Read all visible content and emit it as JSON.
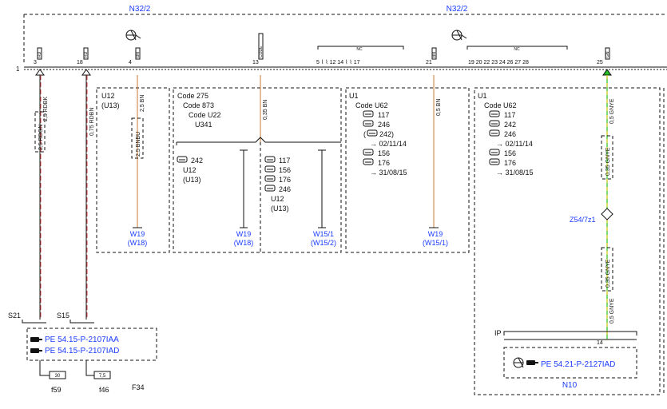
{
  "header": {
    "module_left": "N32/2",
    "module_right": "N32/2",
    "bus_number": "1"
  },
  "connector_pins": [
    {
      "num": "3",
      "label": "RD"
    },
    {
      "num": "18",
      "label": "RD"
    },
    {
      "num": "4",
      "label": "BN"
    },
    {
      "num": "13",
      "label": "CODE"
    },
    {
      "num": "21",
      "label": "BN"
    },
    {
      "num": "25",
      "label": "GN"
    }
  ],
  "nc_groups": [
    {
      "label": "NC",
      "pins": "5 ⌇ ⌇ 12 14 ⌇ ⌇ 17"
    },
    {
      "label": "NC",
      "pins": "19 20 22 23 24 26 27 28"
    }
  ],
  "wires": {
    "w1_top": "2,5 RDBK",
    "w1_mid": "2,5 RDGN",
    "w2": "0,75 RDBN",
    "w3_top": "2,5 BN",
    "w3_mid": "2,5 BNBU",
    "w4": "0,35 BN",
    "w5": "0,5 BN",
    "w6_a": "0,5 GNYE",
    "w6_b": "0,35 GNYE",
    "w6_c": "0,35 GNYE",
    "w6_d": "0,5 GNYE"
  },
  "box_u12": {
    "line1": "U12",
    "line2": "(U13)",
    "dest1": "W19",
    "dest2": "(W18)"
  },
  "box_code": {
    "c1": "Code 275",
    "c2": "Code 873",
    "c3": "Code U22",
    "c4": "U341",
    "left_lines": [
      "242",
      "U12",
      "(U13)"
    ],
    "left_dest1": "W19",
    "left_dest2": "(W18)",
    "right_lines": [
      "117",
      "156",
      "176",
      "246",
      "U12",
      "(U13)"
    ],
    "right_dest1": "W15/1",
    "right_dest2": "(W15/2)"
  },
  "box_u1a": {
    "u": "U1",
    "code": "Code U62",
    "items": [
      "117",
      "246",
      "(",
      "242)",
      "→ 02/11/14",
      "156",
      "176",
      "→ 31/08/15"
    ],
    "dest1": "W19",
    "dest2": "(W15/1)"
  },
  "box_u1b": {
    "u": "U1",
    "code": "Code U62",
    "items": [
      "117",
      "242",
      "246",
      "→ 02/11/14",
      "156",
      "176",
      "→ 31/08/15"
    ],
    "splice": "Z54/7z1",
    "ip": "IP",
    "pin14": "14",
    "ref": "PE 54.21-P-2127IAD",
    "module": "N10"
  },
  "bottom_left": {
    "s21": "S21",
    "s15": "S15",
    "ref1": "PE 54.15-P-2107IAA",
    "ref2": "PE 54.15-P-2107IAD",
    "fuse1_val": "30",
    "fuse2_val": "7,5",
    "fuse1": "f59",
    "fuse2": "f46",
    "block": "F34"
  },
  "colors": {
    "ref_blue": "#1a3cff",
    "wire_red": "#d02020",
    "wire_brown": "#c87a30",
    "wire_green": "#22c022",
    "wire_yellow": "#e0d020"
  }
}
